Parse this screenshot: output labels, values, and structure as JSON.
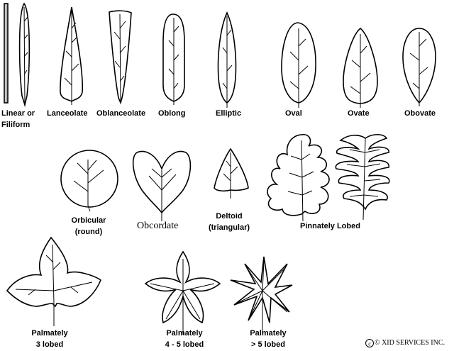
{
  "title": "Leaf Shapes",
  "labels": {
    "linear": [
      "Linear or",
      "Filiform"
    ],
    "lanceolate": "Lanceolate",
    "oblanceolate": "Oblanceolate",
    "oblong": "Oblong",
    "elliptic": "Elliptic",
    "oval": "Oval",
    "ovate": "Ovate",
    "obovate": "Obovate",
    "orbicular": [
      "Orbicular",
      "(round)"
    ],
    "obcordate": "Obcordate",
    "deltoid": [
      "Deltoid",
      "(triangular)"
    ],
    "pinnately_lobed": "Pinnately Lobed",
    "palmately_3": [
      "Palmately",
      "3 lobed"
    ],
    "palmately_45": [
      "Palmately",
      "4 - 5 lobed"
    ],
    "palmately_5plus": [
      "Palmately",
      "> 5 lobed"
    ]
  },
  "copyright": "© XID SERVICES INC."
}
